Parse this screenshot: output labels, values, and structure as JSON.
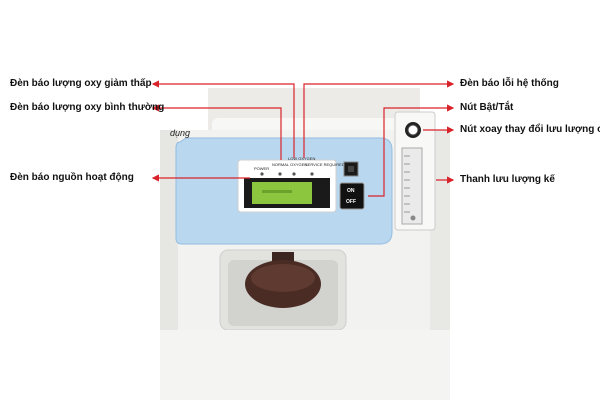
{
  "annotations": {
    "low_oxygen": "Đèn báo lượng oxy giảm thấp",
    "normal_oxygen": "Đèn báo lượng oxy bình thường",
    "power_indicator": "Đèn báo nguồn hoạt động",
    "system_error": "Đèn báo lỗi hệ thống",
    "power_button": "Nút Bật/Tắt",
    "flow_knob": "Nút xoay thay đổi lưu lượng oxy",
    "flowmeter": "Thanh lưu lượng kế"
  },
  "device": {
    "fragment_word": "dụng",
    "panel_labels": {
      "power": "POWER",
      "normal": "NORMAL OXYGEN",
      "low": "LOW OXYGEN",
      "service": "SERVICE REQUIRED"
    },
    "button_on": "ON",
    "button_off": "OFF"
  },
  "colors": {
    "arrow_red": "#d9232a",
    "panel_blue": "#b9d8f0",
    "lcd_green": "#8cc63f",
    "device_white": "#f2f2f0"
  }
}
